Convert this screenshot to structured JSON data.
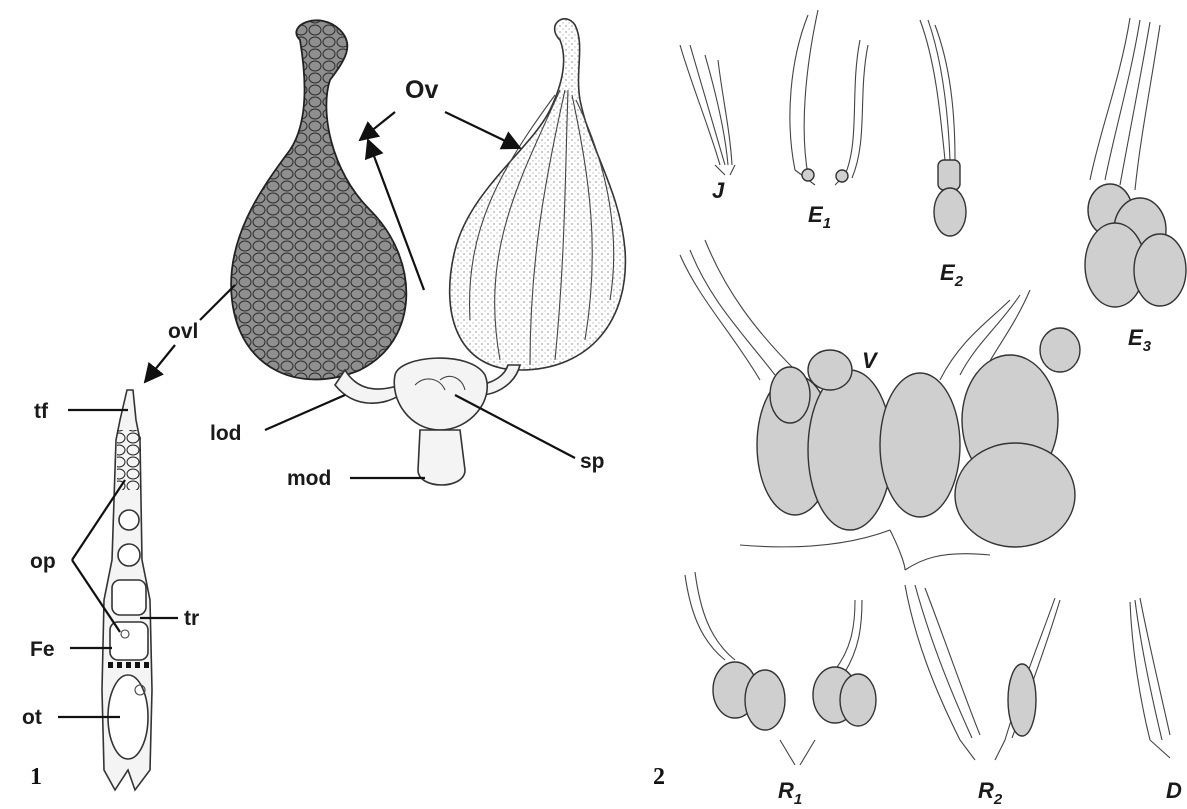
{
  "panel1": {
    "number": "1",
    "labels": {
      "ov": "Ov",
      "ovl": "ovl",
      "lod": "lod",
      "mod": "mod",
      "sp": "sp",
      "tf": "tf",
      "op": "op",
      "tr": "tr",
      "fe": "Fe",
      "ot": "ot"
    }
  },
  "panel2": {
    "number": "2",
    "stages": {
      "j": {
        "base": "J",
        "sub": ""
      },
      "e1": {
        "base": "E",
        "sub": "1"
      },
      "e2": {
        "base": "E",
        "sub": "2"
      },
      "e3": {
        "base": "E",
        "sub": "3"
      },
      "v": {
        "base": "V",
        "sub": ""
      },
      "r1": {
        "base": "R",
        "sub": "1"
      },
      "r2": {
        "base": "R",
        "sub": "2"
      },
      "d": {
        "base": "D",
        "sub": ""
      }
    }
  },
  "colors": {
    "ink": "#1a1a1a",
    "stipple": "#cfcfcf",
    "dark_ovary": "#8f8f8f",
    "background": "#ffffff"
  }
}
